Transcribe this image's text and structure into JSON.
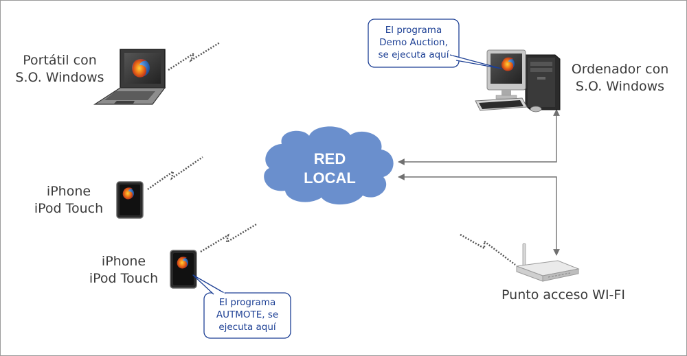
{
  "cloud": {
    "line1": "RED",
    "line2": "LOCAL"
  },
  "nodes": {
    "laptop": {
      "line1": "Portátil con",
      "line2": "S.O. Windows"
    },
    "iphone_1": {
      "line1": "iPhone",
      "line2": "iPod Touch"
    },
    "iphone_2": {
      "line1": "iPhone",
      "line2": "iPod Touch"
    },
    "desktop": {
      "line1": "Ordenador con",
      "line2": "S.O. Windows"
    },
    "access_point": {
      "label": "Punto acceso WI-FI"
    }
  },
  "callouts": {
    "desktop": {
      "line1": "El programa",
      "line2": "Demo Auction,",
      "line3": "se ejecuta aquí"
    },
    "iphone": {
      "line1": "El programa",
      "line2": "AUTMOTE, se",
      "line3": "ejecuta aquí"
    }
  },
  "colors": {
    "cloud": "#6a8fcd",
    "callout_border": "#1c3f94",
    "callout_text": "#1c3f94",
    "connector": "#707070",
    "frame": "#9a9a9a"
  }
}
